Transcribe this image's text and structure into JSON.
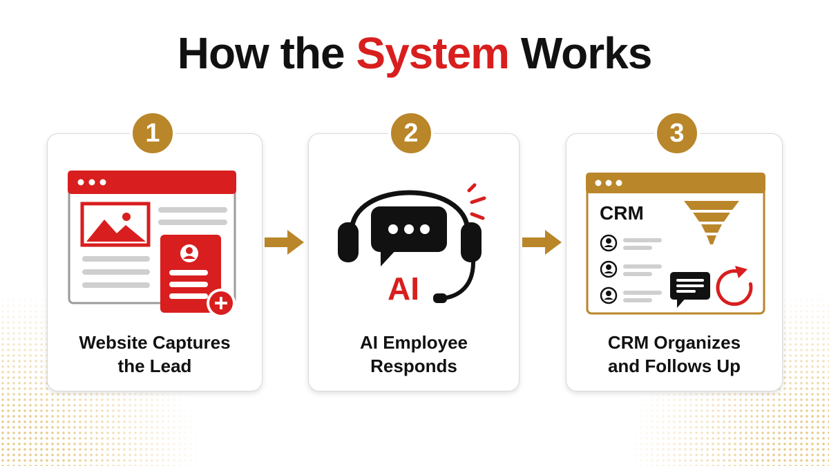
{
  "title": {
    "prefix": "How the ",
    "highlight": "System",
    "suffix": " Works"
  },
  "colors": {
    "red": "#d81e1e",
    "gold": "#b9862a",
    "dark": "#111111",
    "gray": "#cfcfcf"
  },
  "steps": [
    {
      "number": "1",
      "label_line1": "Website Captures",
      "label_line2": "the Lead",
      "icon": "website-lead-capture-icon"
    },
    {
      "number": "2",
      "label_line1": "AI Employee",
      "label_line2": "Responds",
      "icon": "headset-chat-icon",
      "icon_text": "AI"
    },
    {
      "number": "3",
      "label_line1": "CRM Organizes",
      "label_line2": "and Follows Up",
      "icon": "crm-dashboard-icon",
      "icon_text": "CRM"
    }
  ]
}
